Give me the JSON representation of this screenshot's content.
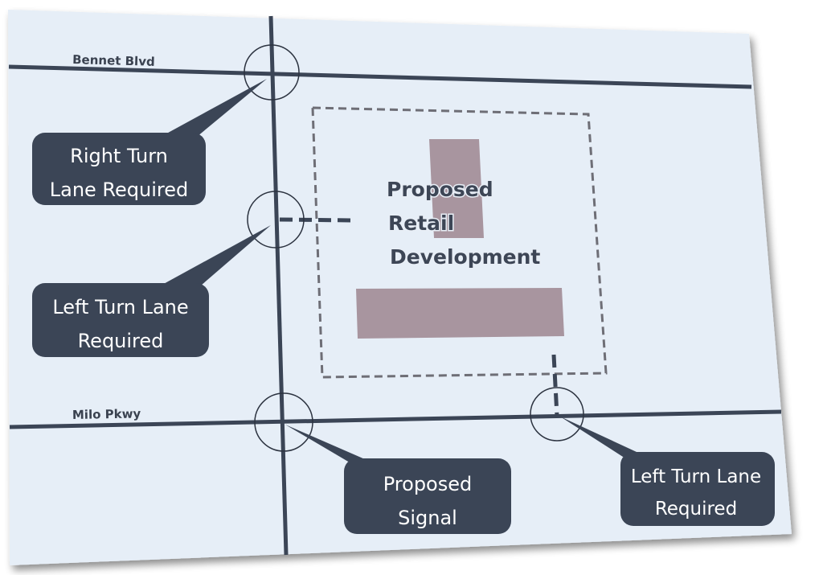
{
  "title": "Proposed Retail Development Traffic Improvements Map",
  "colors": {
    "paper": "#e6eef7",
    "road": "#3b4556",
    "callout": "#3b4556",
    "building": "#a8959f",
    "boundary": "#6e6e76",
    "background": "#ffffff"
  },
  "roads": {
    "bennet": "Bennet Blvd",
    "milo": "Milo Pkwy"
  },
  "development": {
    "lines": [
      "Proposed",
      "Retail",
      "Development"
    ]
  },
  "callouts": [
    {
      "id": "right-turn-bennet",
      "lines": [
        "Right Turn",
        "Lane Required"
      ]
    },
    {
      "id": "left-turn-west",
      "lines": [
        "Left Turn Lane",
        "Required"
      ]
    },
    {
      "id": "proposed-signal",
      "lines": [
        "Proposed",
        "Signal"
      ]
    },
    {
      "id": "left-turn-milo",
      "lines": [
        "Left Turn Lane",
        "Required"
      ]
    }
  ]
}
